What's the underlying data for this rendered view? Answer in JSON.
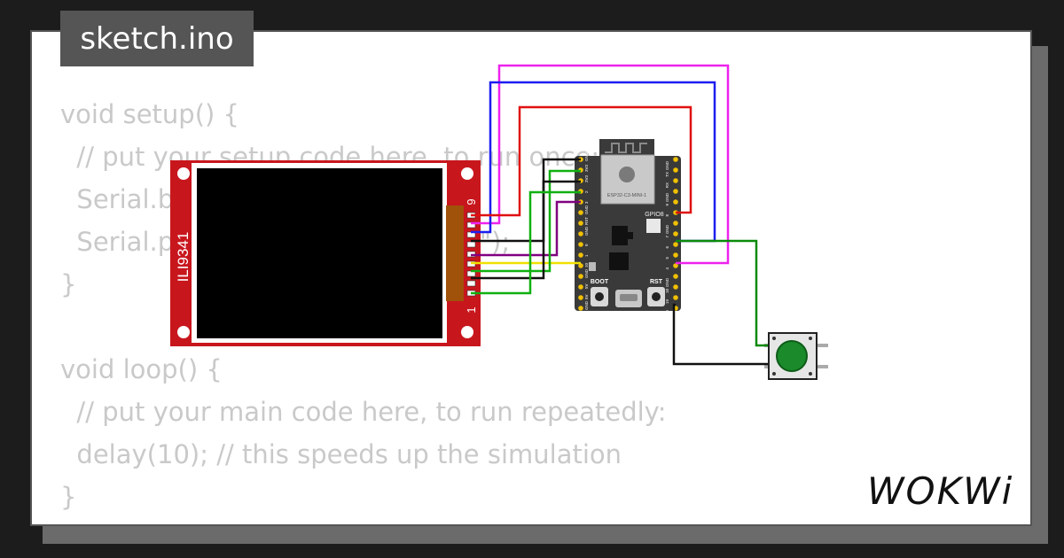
{
  "file_tab": {
    "label": "sketch.ino"
  },
  "code_lines": [
    "void setup() {",
    "  // put your setup code here, to run once:",
    "  Serial.begin(115200);",
    "  Serial.println(\"Hello, ESP32-C3!\");",
    "}",
    "",
    "void loop() {",
    "  // put your main code here, to run repeatedly:",
    "  delay(10); // this speeds up the simulation",
    "}"
  ],
  "logo": {
    "text": "WOKWi"
  },
  "display": {
    "label": "ILI9341",
    "pin_first": "1",
    "pin_last": "9"
  },
  "board": {
    "module_label": "ESP32-C3-MINI-1",
    "gpio_label": "GPIO8",
    "boot_label": "BOOT",
    "rst_label": "RST",
    "left_pins": [
      "GND",
      "3V3",
      "3V3",
      "2",
      "3",
      "GND",
      "RST",
      "GND",
      "0",
      "1",
      "10",
      "GND",
      "5V",
      "5V",
      "GND"
    ],
    "right_pins": [
      "GND",
      "TX",
      "RX",
      "GND",
      "9",
      "8",
      "GND",
      "7",
      "6",
      "5",
      "4",
      "GND",
      "18",
      "19",
      "GND"
    ]
  },
  "wire_colors": {
    "magenta": "#ee22ee",
    "blue": "#1d1df0",
    "red": "#e01010",
    "black": "#111111",
    "green": "#10b010",
    "dark_green": "#0a8a0a",
    "yellow": "#f0e000",
    "purple": "#800080"
  },
  "colors": {
    "display_pcb": "#c8161d",
    "board_pcb": "#3a3a3a",
    "button_cap": "#1a8a2a",
    "code_text": "#c9c9c9"
  }
}
